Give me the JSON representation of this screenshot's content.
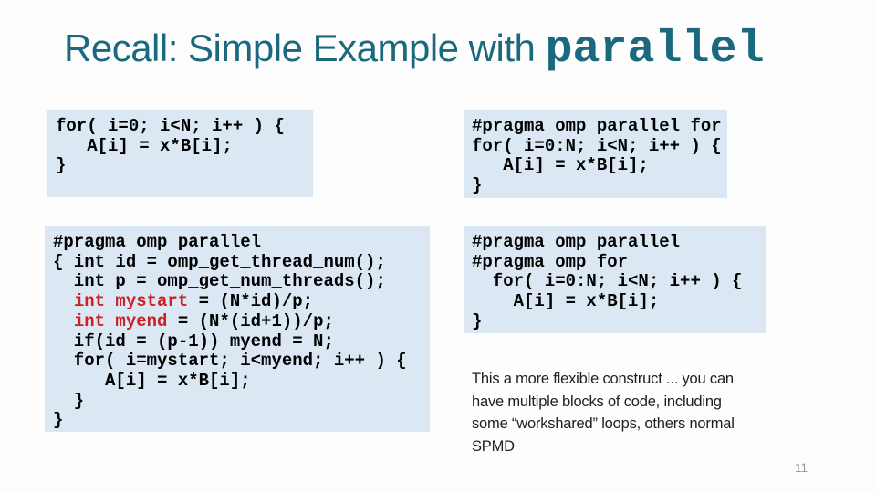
{
  "title": {
    "prefix": "Recall: Simple Example with ",
    "code_word": "parallel"
  },
  "page_number": "11",
  "colors": {
    "title-color": "#1b697e",
    "code-bg": "#dbe8f4",
    "code-red": "#cc2027",
    "slide-bg": "#fdfdfd",
    "code-text": "#000000",
    "note-text": "#202020",
    "page-num": "#999999"
  },
  "code_blocks": {
    "serial_loop": {
      "lines": [
        "for( i=0; i<N; i++ ) {",
        "   A[i] = x*B[i];",
        "}"
      ]
    },
    "parallel_for": {
      "lines": [
        "#pragma omp parallel for",
        "for( i=0:N; i<N; i++ ) {",
        "   A[i] = x*B[i];",
        "}"
      ]
    },
    "spmd": {
      "lines": [
        "#pragma omp parallel",
        "{ int id = omp_get_thread_num();",
        "  int p = omp_get_num_threads();",
        [
          {
            "t": "  "
          },
          {
            "t": "int mystart",
            "red": true
          },
          {
            "t": " = (N*id)/p;"
          }
        ],
        [
          {
            "t": "  "
          },
          {
            "t": "int myend",
            "red": true
          },
          {
            "t": " = (N*(id+1))/p;"
          }
        ],
        "  if(id = (p-1)) myend = N;",
        "  for( i=mystart; i<myend; i++ ) {",
        "     A[i] = x*B[i];",
        "  }",
        "}"
      ]
    },
    "parallel_workshare": {
      "lines": [
        "#pragma omp parallel",
        "#pragma omp for",
        "  for( i=0:N; i<N; i++ ) {",
        "    A[i] = x*B[i];",
        "}"
      ]
    }
  },
  "note": {
    "lines": [
      "This a more flexible construct ... you can",
      "have multiple blocks of code, including",
      "some “workshared” loops, others normal",
      "SPMD"
    ]
  }
}
